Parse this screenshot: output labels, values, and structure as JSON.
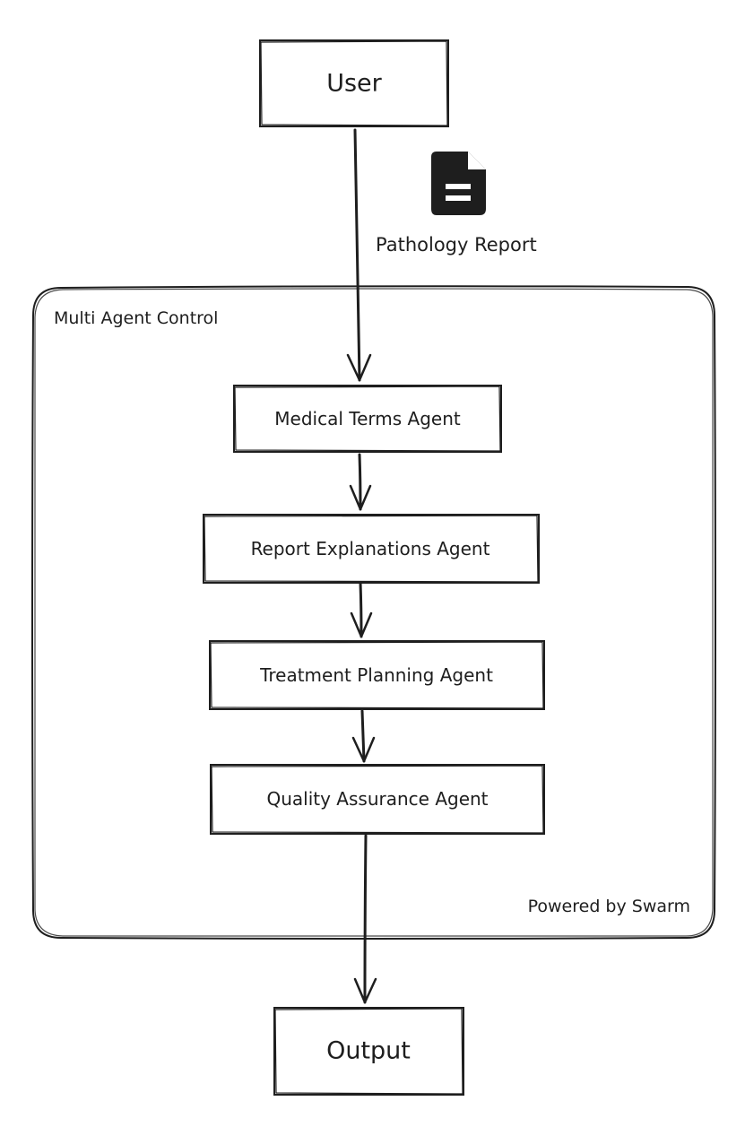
{
  "diagram": {
    "user_label": "User",
    "document_icon": "document-icon",
    "input_label": "Pathology Report",
    "container_label": "Multi Agent Control",
    "footer_label": "Powered by Swarm",
    "agents": [
      {
        "label": "Medical Terms Agent"
      },
      {
        "label": "Report Explanations Agent"
      },
      {
        "label": "Treatment Planning Agent"
      },
      {
        "label": "Quality Assurance Agent"
      }
    ],
    "output_label": "Output"
  },
  "colors": {
    "stroke": "#1e1e1e",
    "background": "#ffffff"
  }
}
